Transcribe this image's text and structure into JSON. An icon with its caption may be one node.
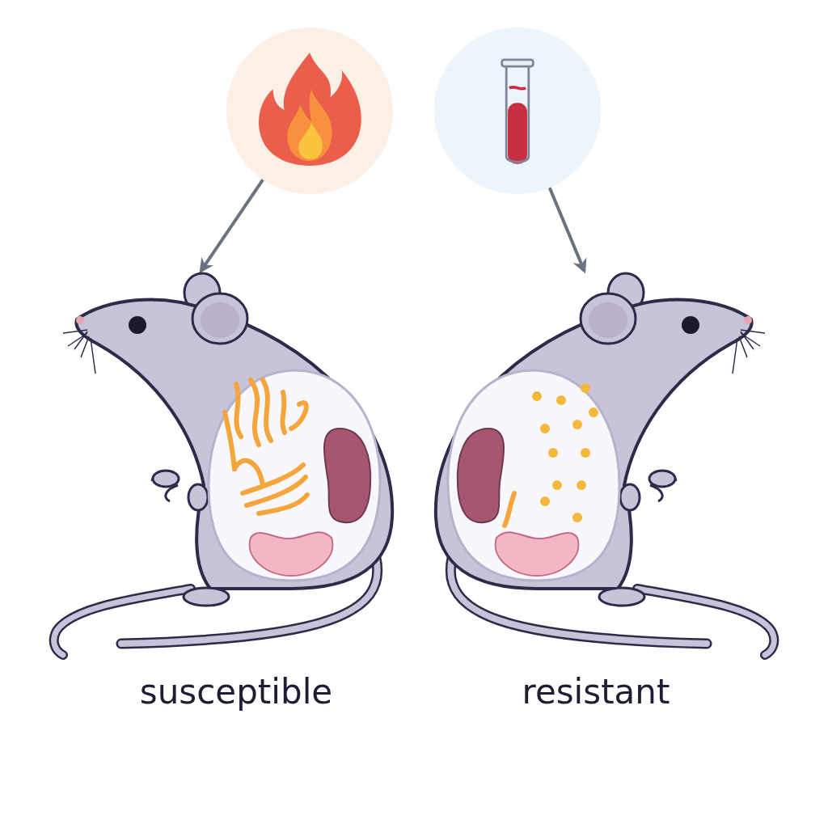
{
  "diagram": {
    "nodes": [
      {
        "text": [],
        "shape": "picture"
      },
      {
        "text": [],
        "shape": "picture"
      },
      {
        "text": [],
        "shape": "picture",
        "beside": [
          "susceptible"
        ]
      },
      {
        "text": [],
        "shape": "picture",
        "beside": [
          "resistant"
        ]
      }
    ],
    "edges": [
      {
        "from": 0,
        "to": 2,
        "arrow": "to"
      },
      {
        "from": 1,
        "to": 3,
        "arrow": "to"
      }
    ]
  }
}
